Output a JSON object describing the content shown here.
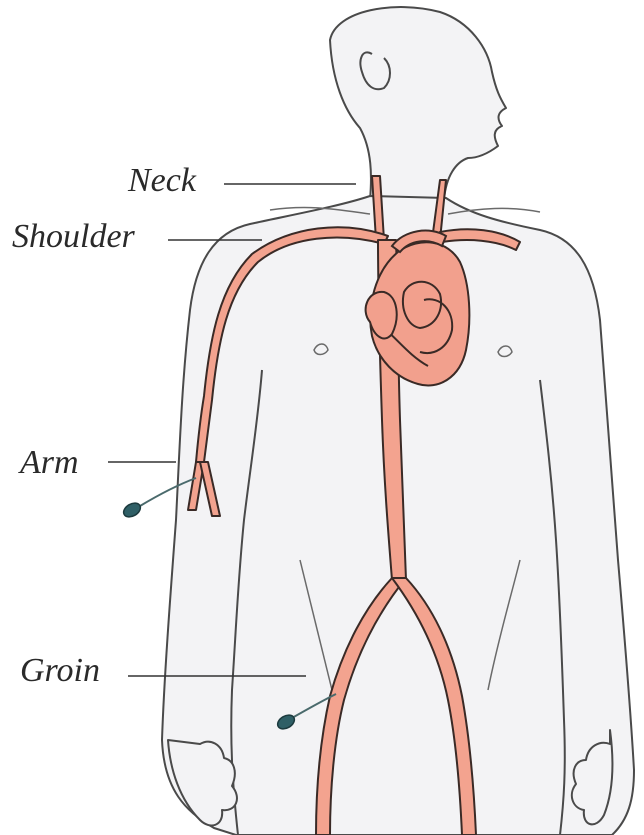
{
  "labels": {
    "neck": "Neck",
    "shoulder": "Shoulder",
    "arm": "Arm",
    "groin": "Groin"
  },
  "colors": {
    "artery": "#f3a38f",
    "artery_edge": "#3a2a26",
    "heart": "#f2a08d",
    "body_outline": "#4a4a4a",
    "body_fill": "#f3f3f5",
    "catheter": "#5a5a5a",
    "device": "#2f5f66"
  }
}
